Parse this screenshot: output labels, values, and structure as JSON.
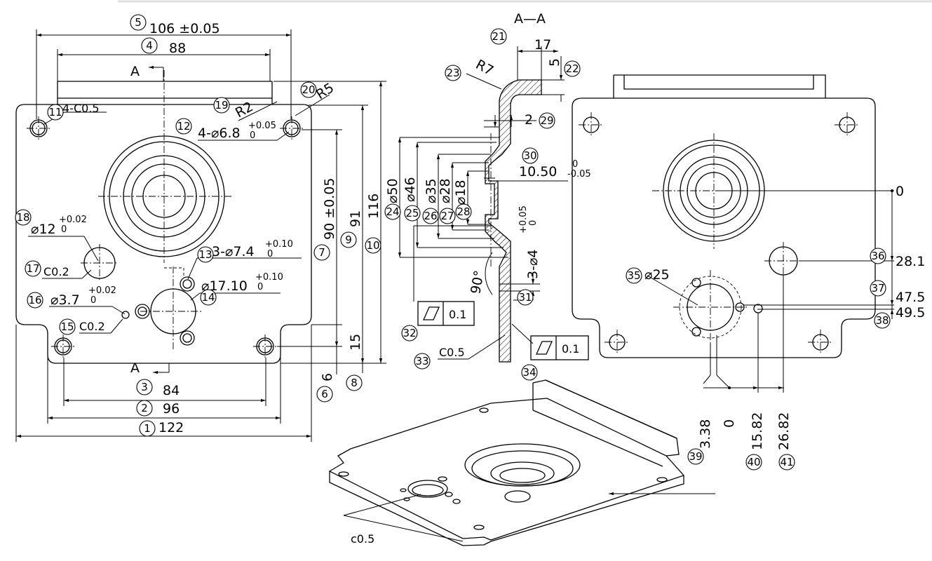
{
  "section_title": "A—A",
  "view_labels": {
    "a_top": "A",
    "a_bottom": "A"
  },
  "dims": {
    "d106": "106 ±0.05",
    "d88": "88",
    "d84": "84",
    "d96": "96",
    "d122": "122",
    "v90": "90 ±0.05",
    "v91": "91",
    "v116": "116",
    "v15": "15",
    "v6": "6",
    "r2": "R2",
    "r5": "R5",
    "hole4_main": "4-⌀6.8",
    "hole4_sup": "+0.05",
    "hole4_sub": "0",
    "c05_corner": "4-C0.5",
    "d12_main": "⌀12",
    "d12_sup": "+0.02",
    "d12_sub": "0",
    "c02_a": "C0.2",
    "c02_b": "C0.2",
    "d37_main": "⌀3.7",
    "d37_sup": "+0.02",
    "d37_sub": "0",
    "h3_main": "3-⌀7.4",
    "h3_sup": "+0.10",
    "h3_sub": "0",
    "d1710_main": "⌀17.10",
    "d1710_sup": "+0.10",
    "d1710_sub": "0"
  },
  "section_dims": {
    "s17": "17",
    "s5": "5",
    "r7": "R7",
    "s2": "2",
    "s1050": "10.50",
    "s1050_sup": "0",
    "s1050_sub": "-0.05",
    "d50": "⌀50",
    "d46": "⌀46",
    "d35": "⌀35",
    "d28": "⌀28",
    "d18": "⌀18",
    "h3d4": "3-⌀4",
    "h3d4_sup": "+0.05",
    "h3d4_sub": "0",
    "angle90": "90°",
    "flat_val_a": "0.1",
    "flat_val_b": "0.1",
    "c05": "C0.5"
  },
  "right_dims": {
    "y0": "0",
    "y281": "28.1",
    "y475": "47.5",
    "y495": "49.5",
    "d25": "⌀25",
    "x338": "3.38",
    "x0": "0",
    "x1582": "15.82",
    "x2682": "26.82"
  },
  "iso_note": "c0.5",
  "balloons": [
    "1",
    "2",
    "3",
    "4",
    "5",
    "6",
    "7",
    "8",
    "9",
    "10",
    "11",
    "12",
    "13",
    "14",
    "15",
    "16",
    "17",
    "18",
    "19",
    "20",
    "21",
    "22",
    "23",
    "24",
    "25",
    "26",
    "27",
    "28",
    "29",
    "30",
    "31",
    "32",
    "33",
    "34",
    "35",
    "36",
    "37",
    "38",
    "39",
    "40",
    "41"
  ]
}
